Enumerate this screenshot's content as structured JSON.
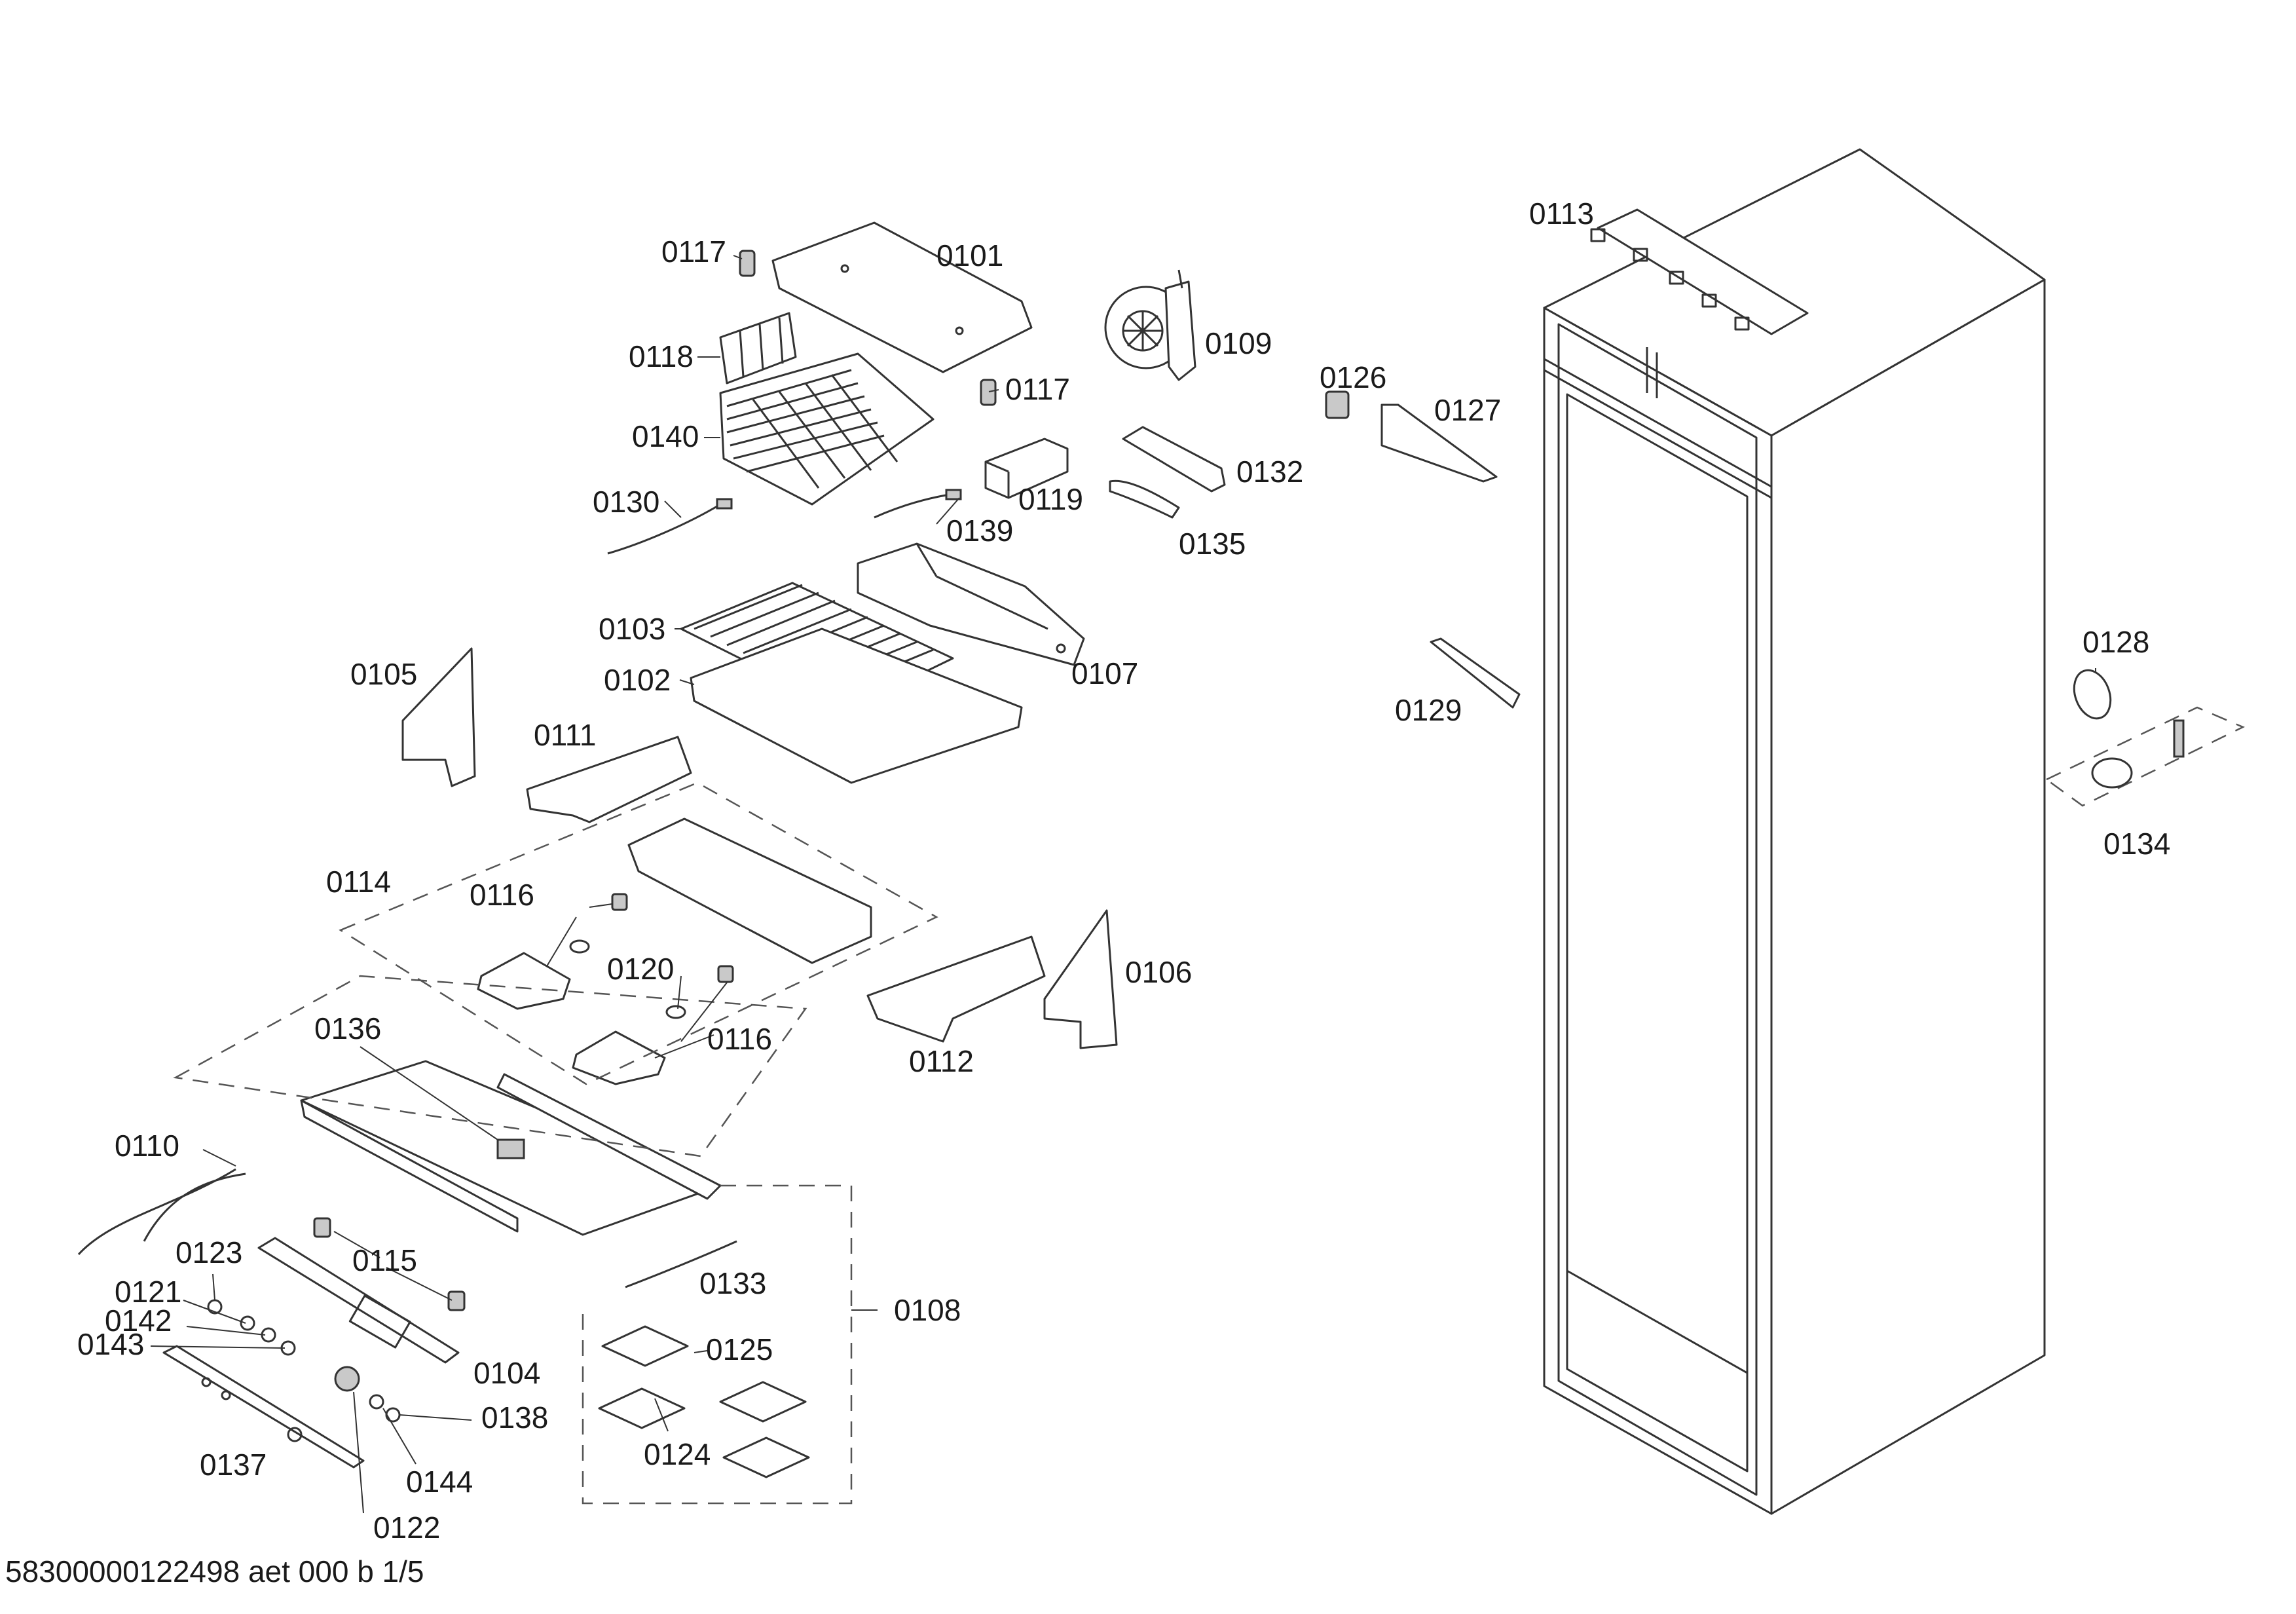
{
  "diagram": {
    "parts": [
      {
        "id": "p0101",
        "label": "0101"
      },
      {
        "id": "p0102",
        "label": "0102"
      },
      {
        "id": "p0103",
        "label": "0103"
      },
      {
        "id": "p0104",
        "label": "0104"
      },
      {
        "id": "p0105",
        "label": "0105"
      },
      {
        "id": "p0106",
        "label": "0106"
      },
      {
        "id": "p0107",
        "label": "0107"
      },
      {
        "id": "p0108",
        "label": "0108"
      },
      {
        "id": "p0109",
        "label": "0109"
      },
      {
        "id": "p0110",
        "label": "0110"
      },
      {
        "id": "p0111",
        "label": "0111"
      },
      {
        "id": "p0112",
        "label": "0112"
      },
      {
        "id": "p0113",
        "label": "0113"
      },
      {
        "id": "p0114",
        "label": "0114"
      },
      {
        "id": "p0115",
        "label": "0115"
      },
      {
        "id": "p0116a",
        "label": "0116"
      },
      {
        "id": "p0116b",
        "label": "0116"
      },
      {
        "id": "p0117a",
        "label": "0117"
      },
      {
        "id": "p0117b",
        "label": "0117"
      },
      {
        "id": "p0118",
        "label": "0118"
      },
      {
        "id": "p0119",
        "label": "0119"
      },
      {
        "id": "p0120",
        "label": "0120"
      },
      {
        "id": "p0121",
        "label": "0121"
      },
      {
        "id": "p0122",
        "label": "0122"
      },
      {
        "id": "p0123",
        "label": "0123"
      },
      {
        "id": "p0124",
        "label": "0124"
      },
      {
        "id": "p0125",
        "label": "0125"
      },
      {
        "id": "p0126",
        "label": "0126"
      },
      {
        "id": "p0127",
        "label": "0127"
      },
      {
        "id": "p0128",
        "label": "0128"
      },
      {
        "id": "p0129",
        "label": "0129"
      },
      {
        "id": "p0130",
        "label": "0130"
      },
      {
        "id": "p0132",
        "label": "0132"
      },
      {
        "id": "p0133",
        "label": "0133"
      },
      {
        "id": "p0134",
        "label": "0134"
      },
      {
        "id": "p0135",
        "label": "0135"
      },
      {
        "id": "p0136",
        "label": "0136"
      },
      {
        "id": "p0137",
        "label": "0137"
      },
      {
        "id": "p0138",
        "label": "0138"
      },
      {
        "id": "p0139",
        "label": "0139"
      },
      {
        "id": "p0140",
        "label": "0140"
      },
      {
        "id": "p0142",
        "label": "0142"
      },
      {
        "id": "p0143",
        "label": "0143"
      },
      {
        "id": "p0144",
        "label": "0144"
      }
    ]
  },
  "footer": {
    "document_code": "58300000122498 aet 000 b 1/5"
  }
}
